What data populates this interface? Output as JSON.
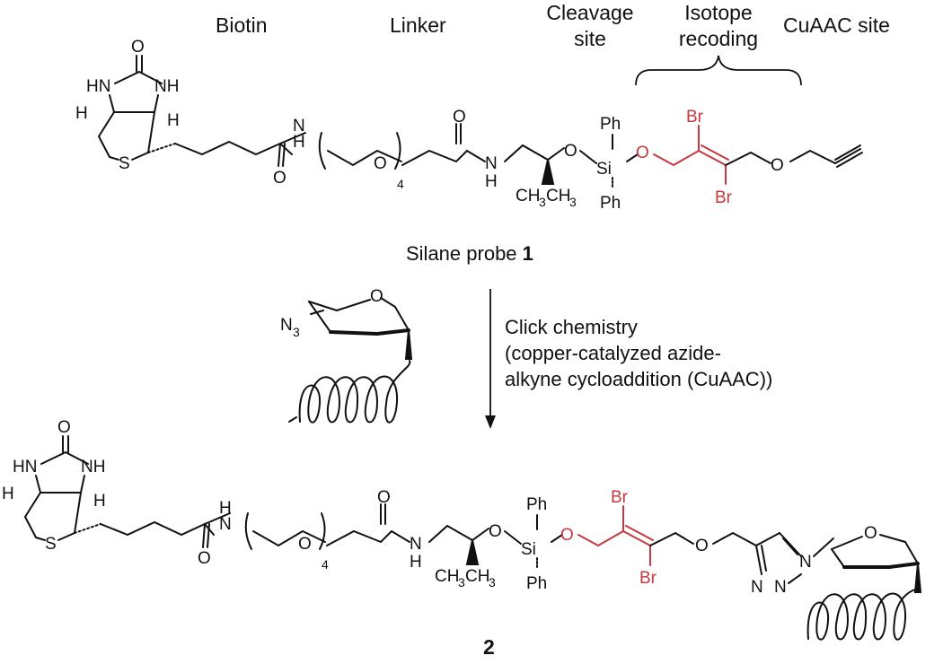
{
  "headers": {
    "biotin": "Biotin",
    "linker": "Linker",
    "cleavage": [
      "Cleavage",
      "site"
    ],
    "isotope": [
      "Isotope",
      "recoding"
    ],
    "cuaac": "CuAAC site"
  },
  "probe_caption": {
    "text": "Silane probe ",
    "number": "1"
  },
  "reaction": {
    "line1": "Click chemistry",
    "line2": "(copper-catalyzed azide-",
    "line3": "alkyne cycloaddition (CuAAC))"
  },
  "product_label": "2",
  "atoms": {
    "O": "O",
    "N": "N",
    "H": "H",
    "NH": "NH",
    "HN": "HN",
    "S": "S",
    "Si": "Si",
    "Ph": "Ph",
    "Br": "Br",
    "CH3": "CH",
    "sub3": "3",
    "four": "4",
    "N3": "N",
    "sub_azide": "3"
  },
  "colors": {
    "ink": "#111111",
    "recoding": "#c4383e"
  }
}
